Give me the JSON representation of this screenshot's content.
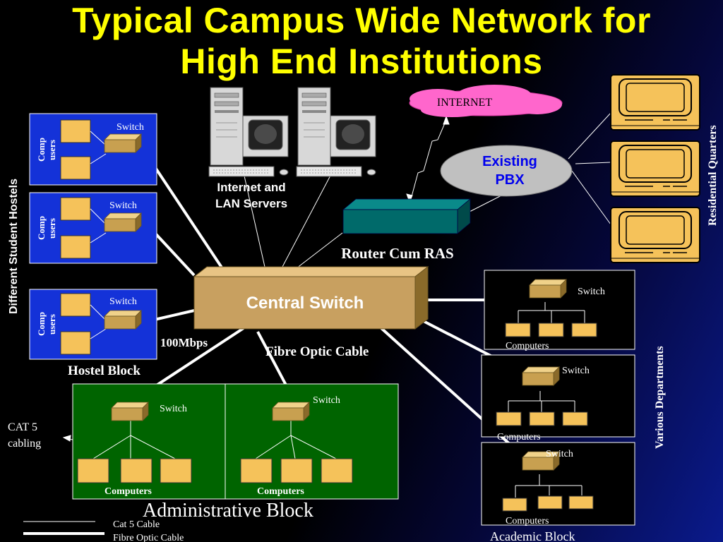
{
  "title_line1": "Typical Campus Wide Network for",
  "title_line2": "High End Institutions",
  "internet": "INTERNET",
  "servers_line1": "Internet and",
  "servers_line2": "LAN Servers",
  "pbx_line1": "Existing",
  "pbx_line2": "PBX",
  "router": "Router Cum RAS",
  "central_switch": "Central Switch",
  "residential": "Residential Quarters",
  "hostels_side": "Different Student Hostels",
  "hostel_block": "Hostel Block",
  "switch": "Switch",
  "comp": "Comp",
  "users": "users",
  "speed": "100Mbps",
  "fibre_cable": "Fibre Optic Cable",
  "cat5_line1": "CAT 5",
  "cat5_line2": "cabling",
  "computers": "Computers",
  "admin_block": "Administrative Block",
  "departments": "Various Departments",
  "academic_block": "Academic Block",
  "legend_cat5": "Cat 5 Cable",
  "legend_fibre": "Fibre Optic Cable"
}
